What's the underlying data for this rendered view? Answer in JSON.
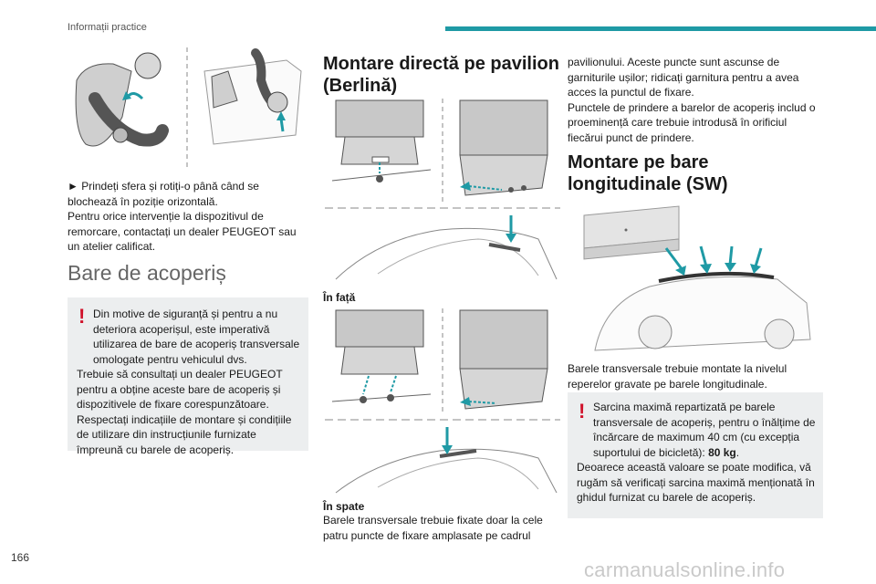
{
  "header": {
    "section": "Informații practice"
  },
  "page_number": "166",
  "towbar": {
    "instruction": "► Prindeți sfera și rotiți-o până când se blochează în poziție orizontală.",
    "note": "Pentru orice intervenție la dispozitivul de remorcare, contactați un dealer PEUGEOT sau un atelier calificat."
  },
  "roof_bars": {
    "title": "Bare de acoperiș",
    "warning": "Din motive de siguranță și pentru a nu deteriora acoperișul, este imperativă utilizarea de bare de acoperiș transversale omologate pentru vehiculul dvs.",
    "warning_p2": "Trebuie să consultați un dealer PEUGEOT pentru a obține aceste bare de acoperiș și dispozitivele de fixare corespunzătoare.",
    "warning_p3": "Respectați indicațiile de montare și condițiile de utilizare din instrucțiunile furnizate împreună cu barele de acoperiș."
  },
  "direct_mount": {
    "title": "Montare directă pe pavilion (Berlină)",
    "label_front": "În față",
    "label_rear": "În spate",
    "text": "Barele transversale trebuie fixate doar la cele patru puncte de fixare amplasate pe cadrul",
    "continued": "pavilionului. Aceste puncte sunt ascunse de garniturile ușilor; ridicați garnitura pentru a avea acces la punctul de fixare.",
    "note": "Punctele de prindere a barelor de acoperiș includ o proeminență care trebuie introdusă în orificiul fiecărui punct de prindere."
  },
  "sw_mount": {
    "title": "Montare pe bare longitudinale (SW)",
    "text": "Barele transversale trebuie montate la nivelul reperelor gravate pe barele longitudinale.",
    "warning_a": "Sarcina maximă repartizată pe barele transversale de acoperiș, pentru o înălțime de încărcare de maximum 40 cm (cu excepția suportului de bicicletă): ",
    "warning_value": "80 kg",
    "warning_b": ".",
    "warning_p2": "Deoarece această valoare se poate modifica, vă rugăm să verificați sarcina maximă menționată în ghidul furnizat cu barele de acoperiș."
  },
  "watermark": "carmanualsonline.info",
  "colors": {
    "accent": "#1f9aa5",
    "warning": "#d0122b",
    "box_bg": "#eceeef"
  }
}
